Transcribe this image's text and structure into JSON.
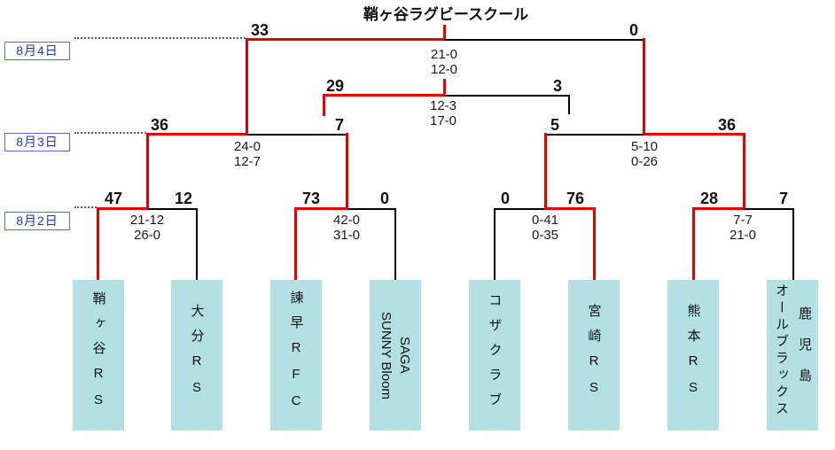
{
  "title": "鞘ヶ谷ラグビースクール",
  "date_labels": [
    "8月4日",
    "8月3日",
    "8月2日"
  ],
  "teams": [
    {
      "name": "鞘ヶ谷RS"
    },
    {
      "name": "大分RS"
    },
    {
      "name": "諫早RFC"
    },
    {
      "name": "SUNNY Bloom SAGA",
      "line1": "SUNNY Bloom",
      "line2": "SAGA"
    },
    {
      "name": "コザクラブ"
    },
    {
      "name": "宮崎RS"
    },
    {
      "name": "熊本RS"
    },
    {
      "name": "鹿児島オールブラックス",
      "col_right": "鹿児島",
      "col_left": "オールブラックス"
    }
  ],
  "matches": {
    "final": {
      "left_total": "33",
      "right_total": "0",
      "halves": [
        "21-0",
        "12-0"
      ]
    },
    "third_place": {
      "left_total": "29",
      "right_total": "3",
      "halves": [
        "12-3",
        "17-0"
      ]
    },
    "semi_left": {
      "left_total": "36",
      "right_total": "7",
      "halves": [
        "24-0",
        "12-7"
      ]
    },
    "semi_right": {
      "left_total": "5",
      "right_total": "36",
      "halves": [
        "5-10",
        "0-26"
      ]
    },
    "quarter_1": {
      "left_total": "47",
      "right_total": "12",
      "halves": [
        "21-12",
        "26-0"
      ]
    },
    "quarter_2": {
      "left_total": "73",
      "right_total": "0",
      "halves": [
        "42-0",
        "31-0"
      ]
    },
    "quarter_3": {
      "left_total": "0",
      "right_total": "76",
      "halves": [
        "0-41",
        "0-35"
      ]
    },
    "quarter_4": {
      "left_total": "28",
      "right_total": "7",
      "halves": [
        "7-7",
        "21-0"
      ]
    }
  },
  "colors": {
    "winner_path": "#e60000",
    "loser_path": "#000000",
    "team_box_fill": "#b3e0e2",
    "date_text": "#2236c7",
    "date_border": "#4d6fd4"
  }
}
